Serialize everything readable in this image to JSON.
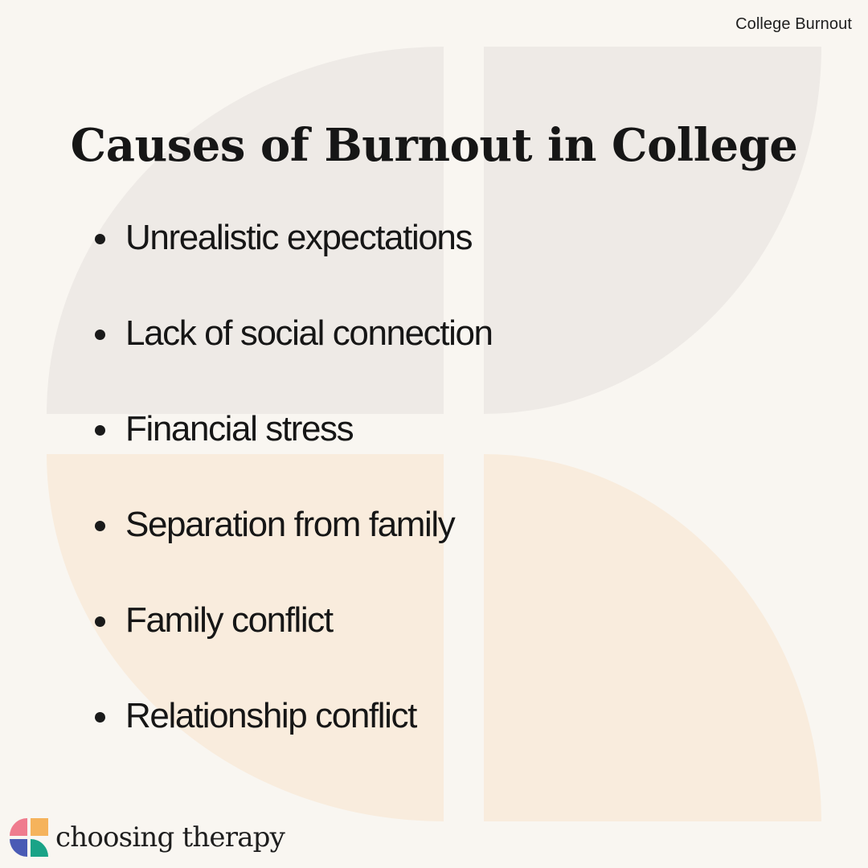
{
  "header": {
    "corner_label": "College Burnout"
  },
  "main": {
    "title": "Causes of Burnout in College",
    "causes": [
      "Unrealistic expectations",
      "Lack of social connection",
      "Financial stress",
      "Separation from family",
      "Family conflict",
      "Relationship conflict"
    ]
  },
  "footer": {
    "brand_name": "choosing therapy",
    "logo_icon": "four-petal-logo-icon"
  },
  "colors": {
    "background": "#f9f6f1",
    "shape_top": "#eeeae6",
    "shape_bottom": "#f9ecdd",
    "text": "#161616",
    "logo_pink": "#ef7c8e",
    "logo_orange": "#f5b35c",
    "logo_blue": "#4a5bb5",
    "logo_teal": "#1aa387"
  }
}
